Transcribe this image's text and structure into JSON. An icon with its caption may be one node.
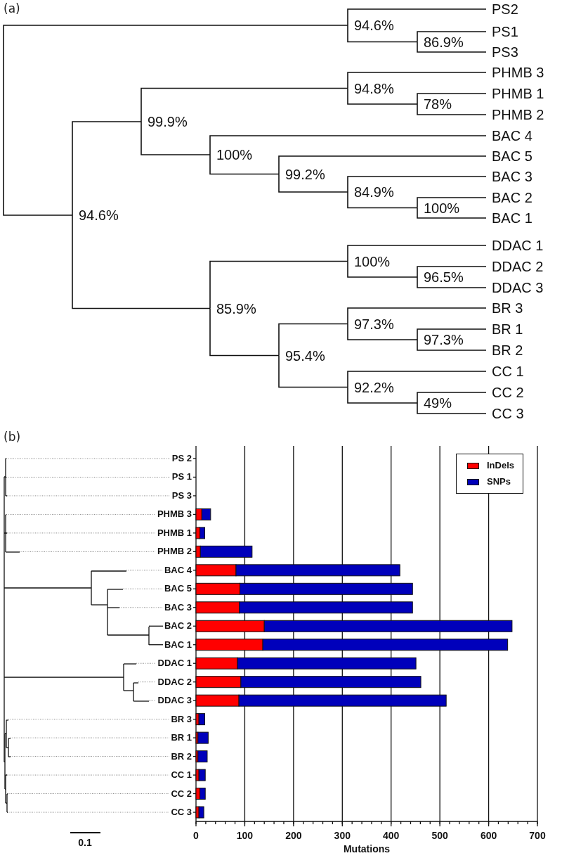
{
  "diagram": {
    "nodes": [
      {
        "text": [
          "PS2"
        ]
      },
      {
        "text": [
          "94.6%"
        ]
      },
      {
        "text": [
          "PS1"
        ]
      },
      {
        "text": [
          "86.9%"
        ]
      },
      {
        "text": [
          "PS3"
        ]
      },
      {
        "text": [
          "PHMB 3"
        ]
      },
      {
        "text": [
          "94.8%"
        ]
      },
      {
        "text": [
          "PHMB 1"
        ]
      },
      {
        "text": [
          "78%"
        ]
      },
      {
        "text": [
          "PHMB 2"
        ]
      },
      {
        "text": [
          "99.9%"
        ]
      },
      {
        "text": [
          "BAC 4"
        ]
      },
      {
        "text": [
          "100%"
        ]
      },
      {
        "text": [
          "BAC 5"
        ]
      },
      {
        "text": [
          "99.2%"
        ]
      },
      {
        "text": [
          "BAC 3"
        ]
      },
      {
        "text": [
          "84.9%"
        ]
      },
      {
        "text": [
          "BAC 2"
        ]
      },
      {
        "text": [
          "100%"
        ]
      },
      {
        "text": [
          "94.6%"
        ]
      },
      {
        "text": [
          "BAC 1"
        ]
      },
      {
        "text": [
          "DDAC 1"
        ]
      },
      {
        "text": [
          "100%"
        ]
      },
      {
        "text": [
          "DDAC 2"
        ]
      },
      {
        "text": [
          "96.5%"
        ]
      },
      {
        "text": [
          "DDAC 3"
        ]
      },
      {
        "text": [
          "BR 3"
        ]
      },
      {
        "text": [
          "85.9%"
        ]
      },
      {
        "text": [
          "97.3%"
        ]
      },
      {
        "text": [
          "BR 1"
        ]
      },
      {
        "text": [
          "97.3%"
        ]
      },
      {
        "text": [
          "BR 2"
        ]
      },
      {
        "text": [
          "95.4%"
        ]
      },
      {
        "text": [
          "CC 1"
        ]
      },
      {
        "text": [
          "92.2%"
        ]
      },
      {
        "text": [
          "CC 2"
        ]
      },
      {
        "text": [
          "49%"
        ]
      },
      {
        "text": [
          "CC 3"
        ]
      }
    ],
    "edges": [
      {
        "from": null,
        "to": 1,
        "arrow": "none"
      },
      {
        "from": null,
        "to": 19,
        "arrow": "none"
      },
      {
        "from": 1,
        "to": 0,
        "arrow": "none"
      },
      {
        "from": 1,
        "to": 3,
        "arrow": "none"
      },
      {
        "from": 3,
        "to": 2,
        "arrow": "none"
      },
      {
        "from": 3,
        "to": 4,
        "arrow": "none"
      },
      {
        "from": 19,
        "to": 10,
        "arrow": "none"
      },
      {
        "from": 19,
        "to": 27,
        "arrow": "none"
      },
      {
        "from": 10,
        "to": 6,
        "arrow": "none"
      },
      {
        "from": 10,
        "to": 12,
        "arrow": "none"
      },
      {
        "from": 6,
        "to": 5,
        "arrow": "none"
      },
      {
        "from": 6,
        "to": 8,
        "arrow": "none"
      },
      {
        "from": 8,
        "to": 7,
        "arrow": "none"
      },
      {
        "from": 8,
        "to": 9,
        "arrow": "none"
      },
      {
        "from": 12,
        "to": 11,
        "arrow": "none"
      },
      {
        "from": 12,
        "to": 14,
        "arrow": "none"
      },
      {
        "from": 14,
        "to": 13,
        "arrow": "none"
      },
      {
        "from": 14,
        "to": 16,
        "arrow": "none"
      },
      {
        "from": 16,
        "to": 15,
        "arrow": "none"
      },
      {
        "from": 16,
        "to": 18,
        "arrow": "none"
      },
      {
        "from": 18,
        "to": 17,
        "arrow": "none"
      },
      {
        "from": 18,
        "to": 20,
        "arrow": "none"
      },
      {
        "from": 27,
        "to": 22,
        "arrow": "none"
      },
      {
        "from": 27,
        "to": 32,
        "arrow": "none"
      },
      {
        "from": 22,
        "to": 21,
        "arrow": "none"
      },
      {
        "from": 22,
        "to": 24,
        "arrow": "none"
      },
      {
        "from": 24,
        "to": 23,
        "arrow": "none"
      },
      {
        "from": 24,
        "to": 25,
        "arrow": "none"
      },
      {
        "from": 32,
        "to": 28,
        "arrow": "none"
      },
      {
        "from": 32,
        "to": 34,
        "arrow": "none"
      },
      {
        "from": 28,
        "to": 26,
        "arrow": "none"
      },
      {
        "from": 28,
        "to": 30,
        "arrow": "none"
      },
      {
        "from": 30,
        "to": 29,
        "arrow": "none"
      },
      {
        "from": 30,
        "to": 31,
        "arrow": "none"
      },
      {
        "from": 34,
        "to": 33,
        "arrow": "none"
      },
      {
        "from": 34,
        "to": 36,
        "arrow": "none"
      },
      {
        "from": 36,
        "to": 35,
        "arrow": "none"
      },
      {
        "from": 36,
        "to": 37,
        "arrow": "none"
      }
    ],
    "labels": [
      "(a)",
      "(b)",
      "0.1"
    ],
    "legend": [
      {
        "text": "InDels",
        "color": "#ff0000"
      },
      {
        "text": "SNPs",
        "color": "#0000bb"
      }
    ],
    "chart_data": {
      "type": "bar",
      "orientation": "horizontal",
      "stacked": true,
      "grid": true,
      "xlabel": "Mutations",
      "categories": [
        "PS 2",
        "PS 1",
        "PS 3",
        "PHMB 3",
        "PHMB 1",
        "PHMB 2",
        "BAC 4",
        "BAC 5",
        "BAC 3",
        "BAC 2",
        "BAC 1",
        "DDAC 1",
        "DDAC 2",
        "DDAC 3",
        "BR 3",
        "BR 1",
        "BR 2",
        "CC 1",
        "CC 2",
        "CC 3"
      ],
      "series": [
        {
          "color": "#ff0000",
          "values": [
            0,
            0,
            0,
            12,
            8,
            9,
            82,
            90,
            89,
            140,
            137,
            85,
            92,
            88,
            6,
            4,
            4,
            6,
            8,
            6
          ]
        },
        {
          "color": "#0000bb",
          "values": [
            0,
            0,
            0,
            18,
            10,
            106,
            336,
            354,
            355,
            508,
            502,
            366,
            369,
            425,
            12,
            21,
            19,
            13,
            11,
            10
          ]
        }
      ],
      "xlim": [
        0,
        700
      ],
      "xticks": [
        0,
        100,
        200,
        300,
        400,
        500,
        600,
        700
      ]
    }
  }
}
